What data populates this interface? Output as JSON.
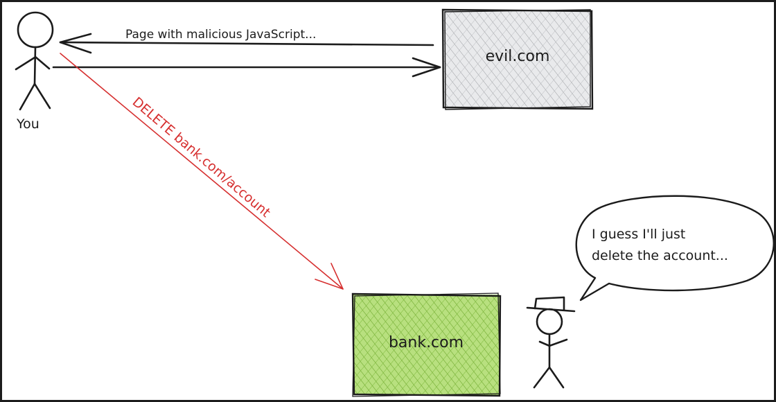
{
  "actors": {
    "you_label": "You"
  },
  "nodes": {
    "evil": {
      "label": "evil.com",
      "fill": "#d9dadc"
    },
    "bank": {
      "label": "bank.com",
      "fill": "#9ccf5c"
    }
  },
  "edges": {
    "response_label": "Page with malicious JavaScript...",
    "attack_label": "DELETE bank.com/account",
    "attack_color": "#d62f2f"
  },
  "speech": {
    "line1": "I guess I'll just",
    "line2": "delete the account..."
  }
}
